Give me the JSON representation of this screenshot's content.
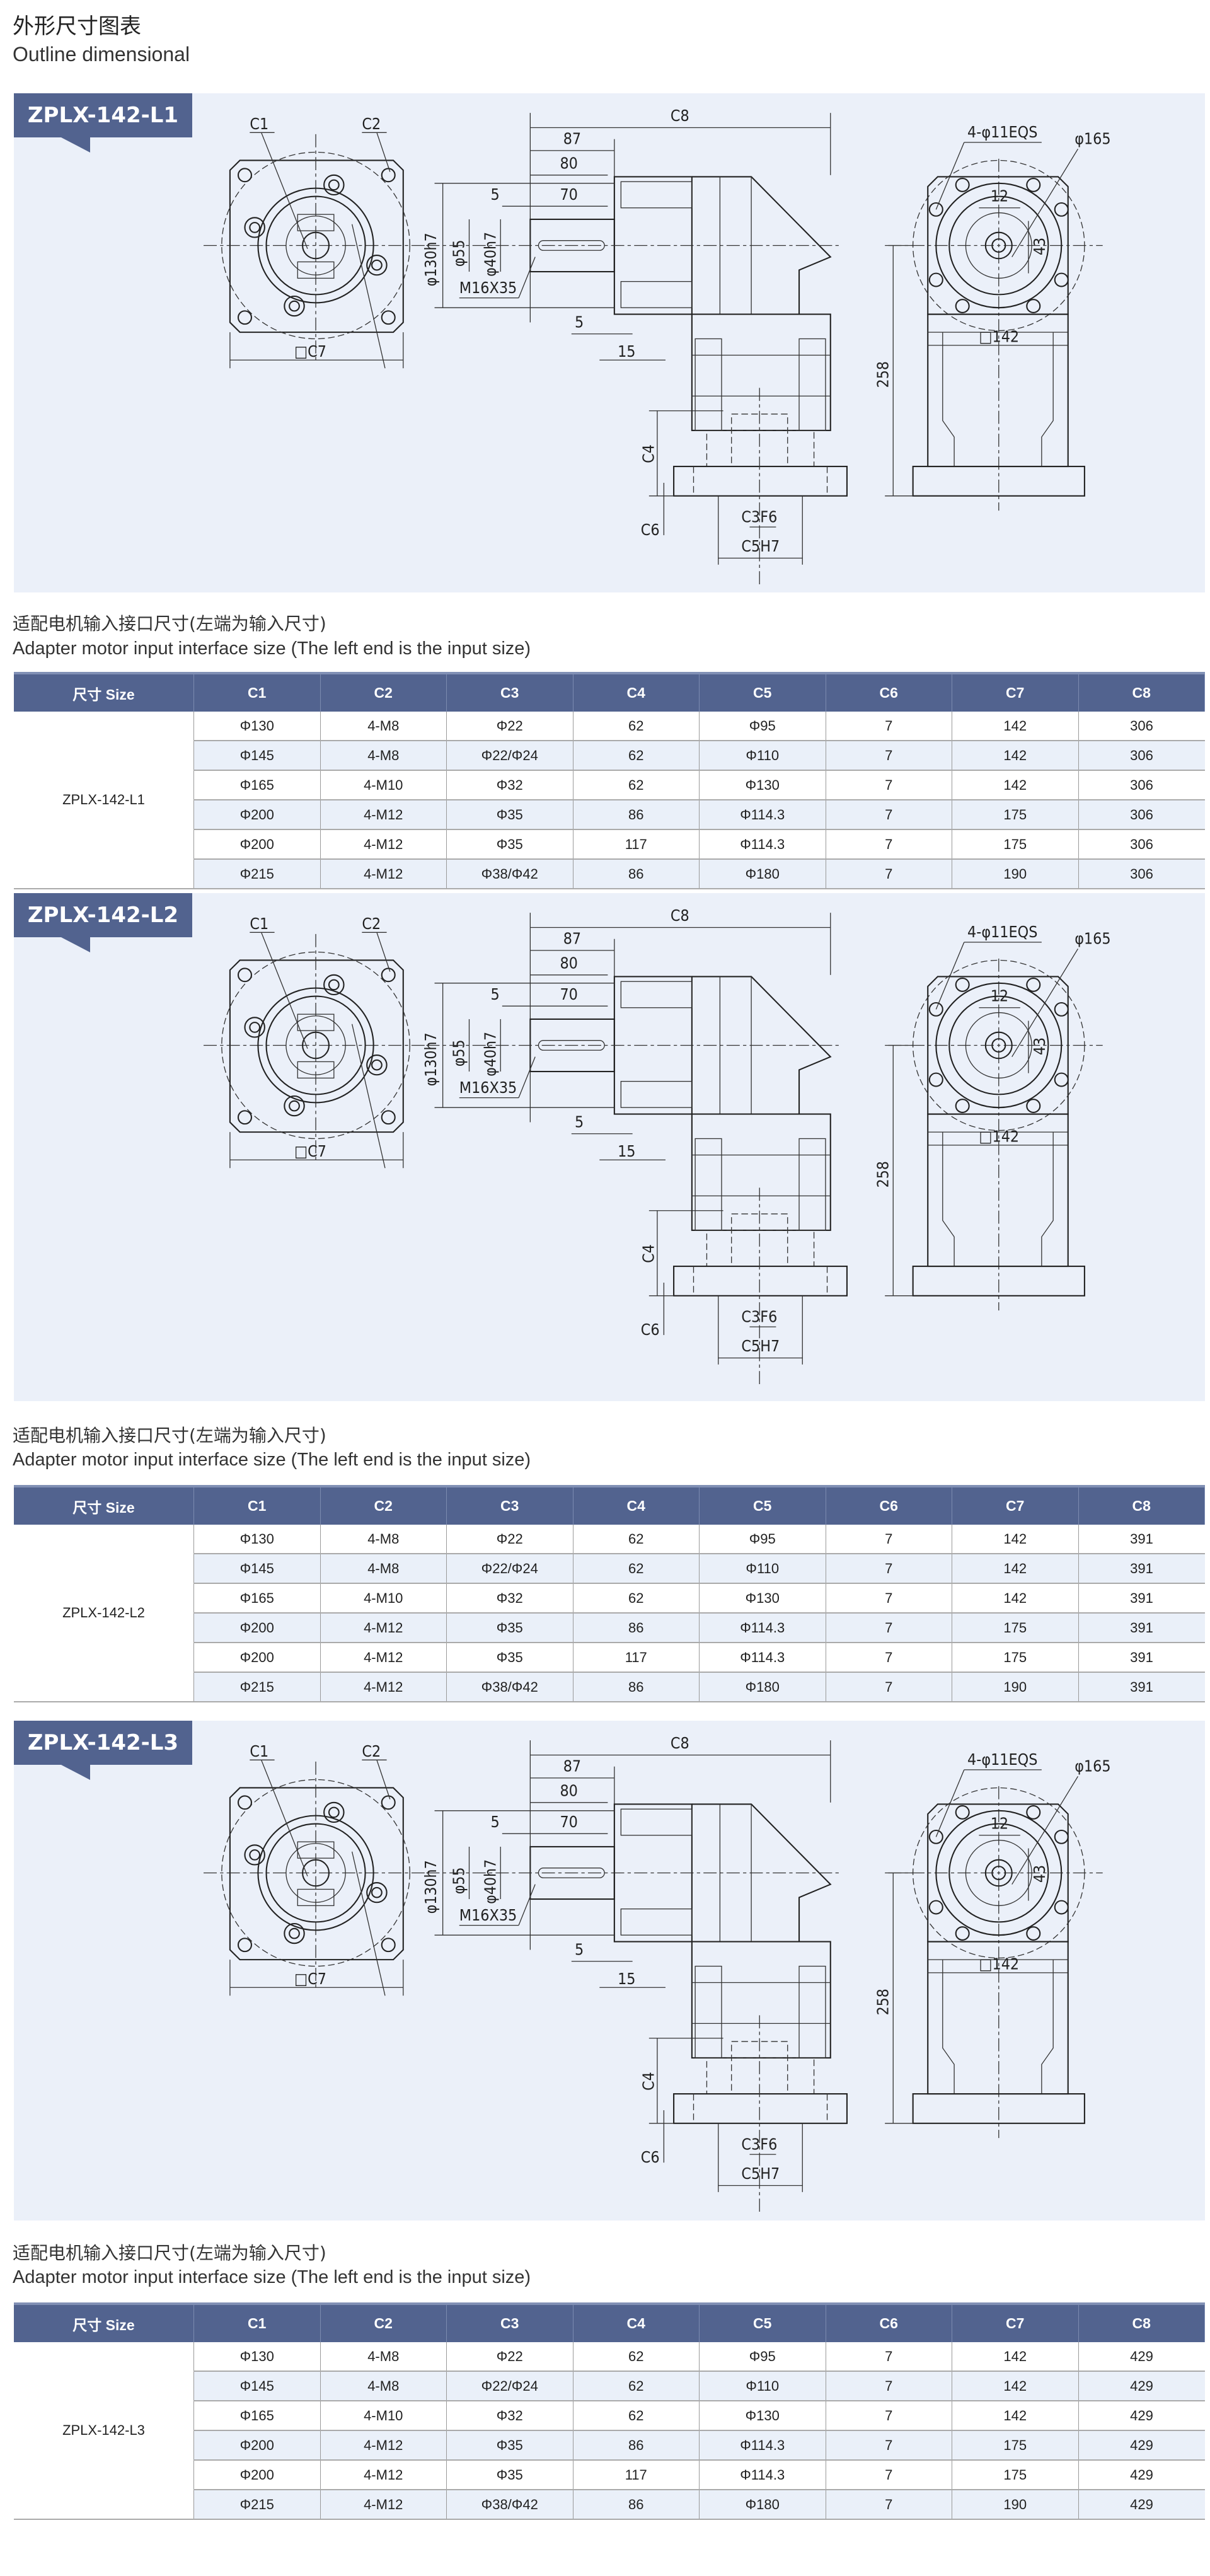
{
  "page": {
    "title": "外形尺寸图表",
    "subtitle": "Outline dimensional"
  },
  "drawing_labels": {
    "c1": "C1",
    "c2": "C2",
    "c7": "□C7",
    "c8": "C8",
    "d87": "87",
    "d80": "80",
    "d5a": "5",
    "d70": "70",
    "d130": "φ130h7",
    "d55": "φ55",
    "d40": "φ40h7",
    "m16": "M16X35",
    "d5b": "5",
    "d15": "15",
    "c4": "C4",
    "c6": "C6",
    "c3": "C3F6",
    "c5": "C5H7",
    "holes": "4-φ11EQS",
    "d165": "φ165",
    "d12": "12",
    "d43": "43",
    "sq142": "□142",
    "d258": "258"
  },
  "table_headers": [
    "尺寸 Size",
    "C1",
    "C2",
    "C3",
    "C4",
    "C5",
    "C6",
    "C7",
    "C8"
  ],
  "sections": [
    {
      "model": "ZPLX-142-L1",
      "intro_cn": "适配电机输入接口尺寸(左端为输入尺寸)",
      "intro_en": "Adapter motor input interface size (The left end is the input size)",
      "rows": [
        [
          "Φ130",
          "4-M8",
          "Φ22",
          "62",
          "Φ95",
          "7",
          "142",
          "306"
        ],
        [
          "Φ145",
          "4-M8",
          "Φ22/Φ24",
          "62",
          "Φ110",
          "7",
          "142",
          "306"
        ],
        [
          "Φ165",
          "4-M10",
          "Φ32",
          "62",
          "Φ130",
          "7",
          "142",
          "306"
        ],
        [
          "Φ200",
          "4-M12",
          "Φ35",
          "86",
          "Φ114.3",
          "7",
          "175",
          "306"
        ],
        [
          "Φ200",
          "4-M12",
          "Φ35",
          "117",
          "Φ114.3",
          "7",
          "175",
          "306"
        ],
        [
          "Φ215",
          "4-M12",
          "Φ38/Φ42",
          "86",
          "Φ180",
          "7",
          "190",
          "306"
        ]
      ]
    },
    {
      "model": "ZPLX-142-L2",
      "intro_cn": "适配电机输入接口尺寸(左端为输入尺寸)",
      "intro_en": "Adapter motor input interface size (The left end is the input size)",
      "rows": [
        [
          "Φ130",
          "4-M8",
          "Φ22",
          "62",
          "Φ95",
          "7",
          "142",
          "391"
        ],
        [
          "Φ145",
          "4-M8",
          "Φ22/Φ24",
          "62",
          "Φ110",
          "7",
          "142",
          "391"
        ],
        [
          "Φ165",
          "4-M10",
          "Φ32",
          "62",
          "Φ130",
          "7",
          "142",
          "391"
        ],
        [
          "Φ200",
          "4-M12",
          "Φ35",
          "86",
          "Φ114.3",
          "7",
          "175",
          "391"
        ],
        [
          "Φ200",
          "4-M12",
          "Φ35",
          "117",
          "Φ114.3",
          "7",
          "175",
          "391"
        ],
        [
          "Φ215",
          "4-M12",
          "Φ38/Φ42",
          "86",
          "Φ180",
          "7",
          "190",
          "391"
        ]
      ]
    },
    {
      "model": "ZPLX-142-L3",
      "intro_cn": "适配电机输入接口尺寸(左端为输入尺寸)",
      "intro_en": "Adapter motor input interface size (The left end is the input size)",
      "rows": [
        [
          "Φ130",
          "4-M8",
          "Φ22",
          "62",
          "Φ95",
          "7",
          "142",
          "429"
        ],
        [
          "Φ145",
          "4-M8",
          "Φ22/Φ24",
          "62",
          "Φ110",
          "7",
          "142",
          "429"
        ],
        [
          "Φ165",
          "4-M10",
          "Φ32",
          "62",
          "Φ130",
          "7",
          "142",
          "429"
        ],
        [
          "Φ200",
          "4-M12",
          "Φ35",
          "86",
          "Φ114.3",
          "7",
          "175",
          "429"
        ],
        [
          "Φ200",
          "4-M12",
          "Φ35",
          "117",
          "Φ114.3",
          "7",
          "175",
          "429"
        ],
        [
          "Φ215",
          "4-M12",
          "Φ38/Φ42",
          "86",
          "Φ180",
          "7",
          "190",
          "429"
        ]
      ]
    }
  ]
}
